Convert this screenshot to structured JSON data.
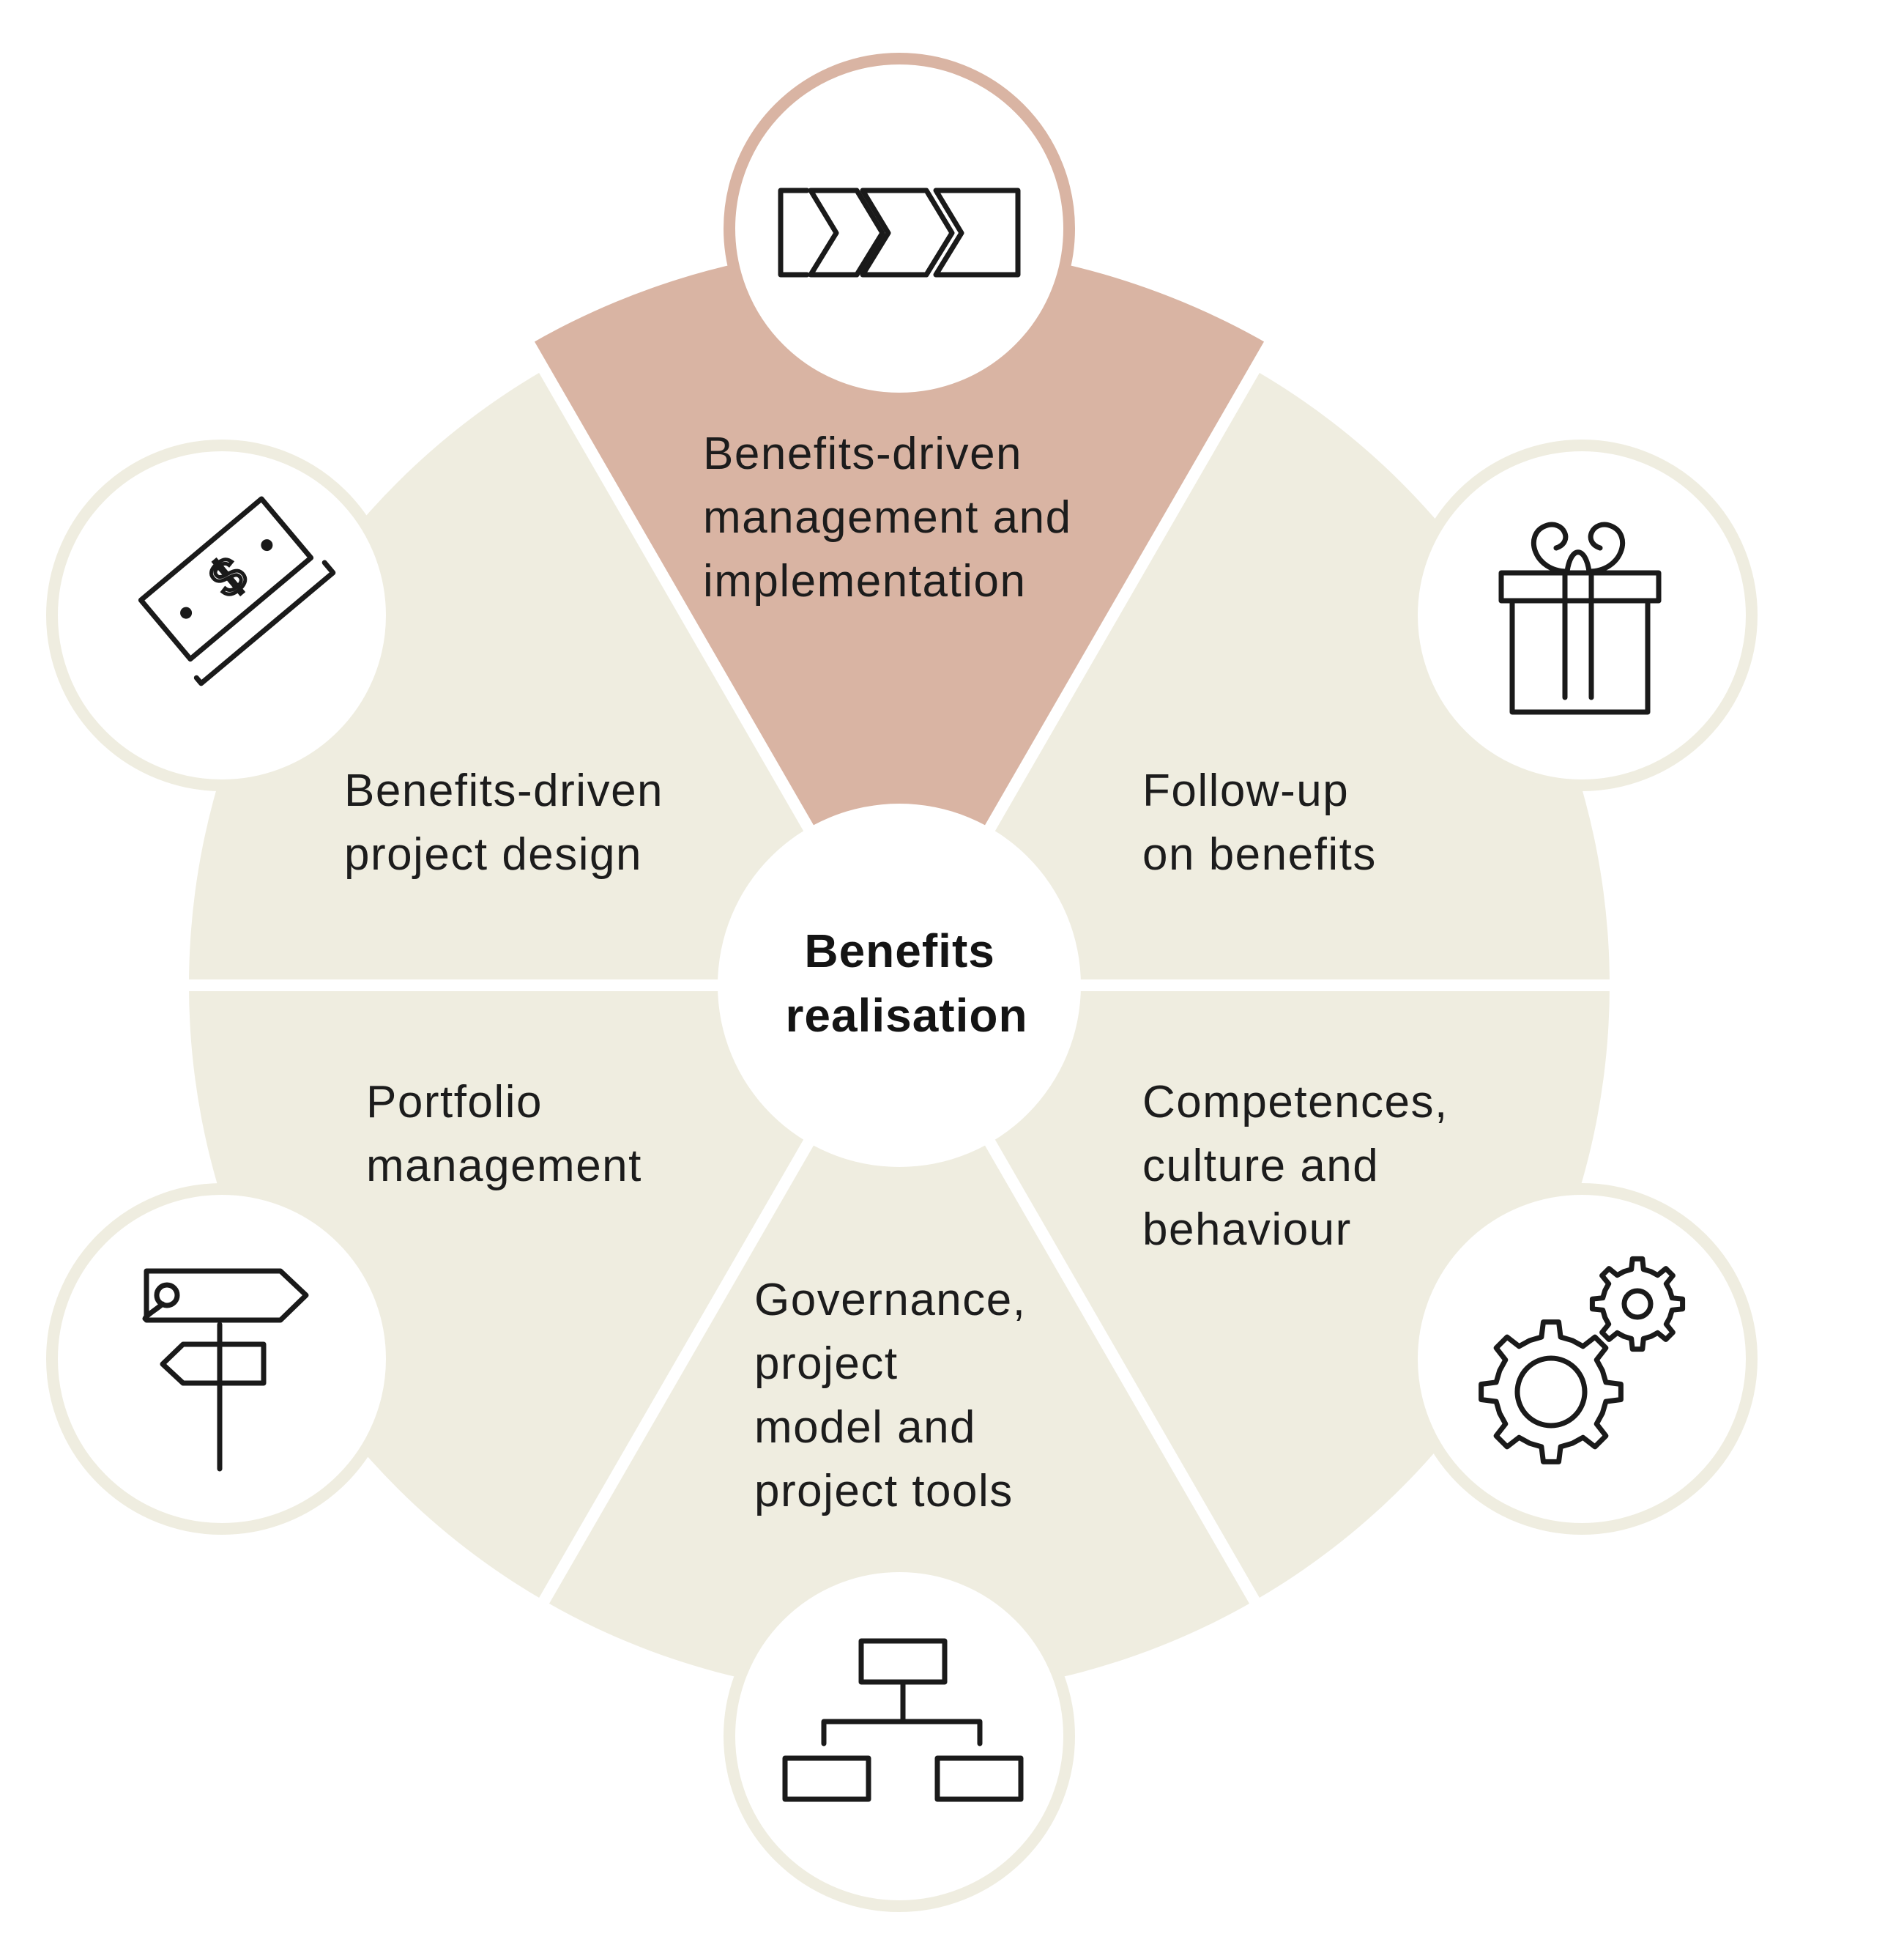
{
  "diagram": {
    "center": {
      "label_lines": [
        "Benefits",
        "realisation"
      ]
    },
    "segments": [
      {
        "id": "implementation",
        "label_lines": [
          "Benefits-driven",
          "management and",
          "implementation"
        ],
        "highlighted": true,
        "icon": "chevron-process-icon"
      },
      {
        "id": "follow-up",
        "label_lines": [
          "Follow-up",
          "on benefits"
        ],
        "highlighted": false,
        "icon": "gift-icon"
      },
      {
        "id": "competences",
        "label_lines": [
          "Competences,",
          "culture and",
          "behaviour"
        ],
        "highlighted": false,
        "icon": "gears-icon"
      },
      {
        "id": "governance",
        "label_lines": [
          "Governance,",
          "project",
          "model and",
          "project tools"
        ],
        "highlighted": false,
        "icon": "org-chart-icon"
      },
      {
        "id": "portfolio",
        "label_lines": [
          "Portfolio",
          "management"
        ],
        "highlighted": false,
        "icon": "signpost-icon"
      },
      {
        "id": "project-design",
        "label_lines": [
          "Benefits-driven",
          "project design"
        ],
        "highlighted": false,
        "icon": "money-icon"
      }
    ],
    "colors": {
      "segment_fill": "#efede0",
      "highlight_fill": "#d9b4a3",
      "highlight_ring": "#d9b4a3",
      "icon_ring": "#efede0",
      "divider": "#ffffff",
      "center_fill": "#ffffff"
    }
  }
}
